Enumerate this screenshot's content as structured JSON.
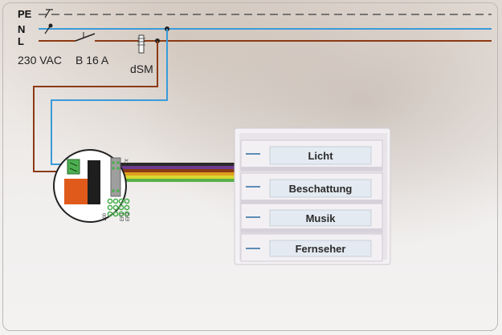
{
  "lines": {
    "pe_label": "PE",
    "n_label": "N",
    "l_label": "L",
    "supply_label": "230 VAC",
    "breaker_label": "B 16 A",
    "surge_label": "dSM"
  },
  "module": {
    "pin_labels": [
      "100",
      "EF1",
      "EF2"
    ],
    "connector_label": "X1"
  },
  "switch": {
    "buttons": [
      {
        "label": "Licht"
      },
      {
        "label": "Beschattung"
      },
      {
        "label": "Musik"
      },
      {
        "label": "Fernseher"
      }
    ]
  },
  "colors": {
    "neutral": "#3a9ad9",
    "live": "#8b3a14",
    "earth": "#555555",
    "orange_block": "#e05a1c",
    "green_terminal": "#4caf50",
    "ribbon": [
      "#2a2a2a",
      "#6d3b8f",
      "#8b3a14",
      "#e0a020",
      "#d8d830",
      "#58b048"
    ]
  }
}
